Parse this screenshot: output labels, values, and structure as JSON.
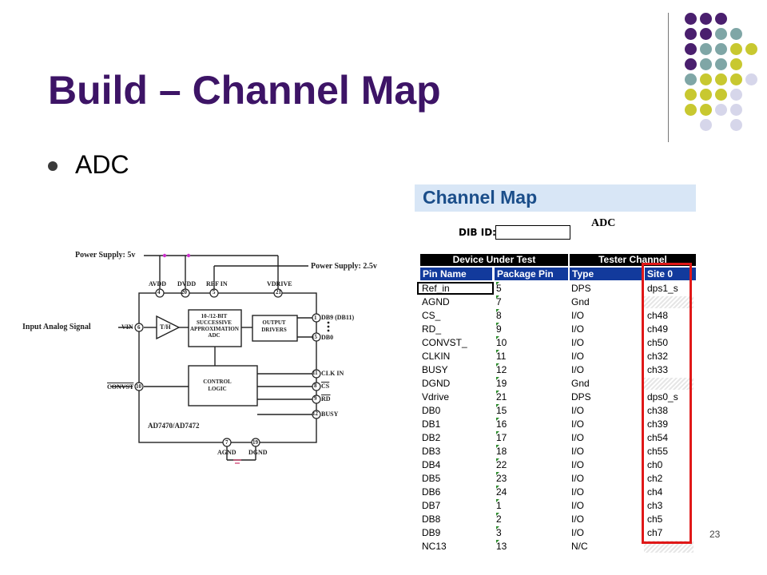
{
  "slide": {
    "title": "Build – Channel Map",
    "bullet": "ADC",
    "page_number": "23"
  },
  "colors": {
    "title": "#3d1466",
    "dots": {
      "purple": "#4a1f6e",
      "teal": "#7fa6a6",
      "olive": "#c8c830",
      "lavender": "#d6d6ea"
    },
    "table_header": "#123a9c",
    "highlight": "#e01818",
    "panel": "#d8e6f6"
  },
  "channel_map": {
    "title": "Channel Map",
    "dib_label": "DIB ID:",
    "adc_label": "ADC",
    "groups": [
      "Device Under Test",
      "Tester Channel"
    ],
    "columns": [
      "Pin Name",
      "Package Pin",
      "Type",
      "Site 0"
    ],
    "rows": [
      [
        "Ref_in",
        "5",
        "DPS",
        "dps1_s"
      ],
      [
        "AGND",
        "7",
        "Gnd",
        ""
      ],
      [
        "CS_",
        "8",
        "I/O",
        "ch48"
      ],
      [
        "RD_",
        "9",
        "I/O",
        "ch49"
      ],
      [
        "CONVST_",
        "10",
        "I/O",
        "ch50"
      ],
      [
        "CLKIN",
        "11",
        "I/O",
        "ch32"
      ],
      [
        "BUSY",
        "12",
        "I/O",
        "ch33"
      ],
      [
        "DGND",
        "19",
        "Gnd",
        ""
      ],
      [
        "Vdrive",
        "21",
        "DPS",
        "dps0_s"
      ],
      [
        "DB0",
        "15",
        "I/O",
        "ch38"
      ],
      [
        "DB1",
        "16",
        "I/O",
        "ch39"
      ],
      [
        "DB2",
        "17",
        "I/O",
        "ch54"
      ],
      [
        "DB3",
        "18",
        "I/O",
        "ch55"
      ],
      [
        "DB4",
        "22",
        "I/O",
        "ch0"
      ],
      [
        "DB5",
        "23",
        "I/O",
        "ch2"
      ],
      [
        "DB6",
        "24",
        "I/O",
        "ch4"
      ],
      [
        "DB7",
        "1",
        "I/O",
        "ch3"
      ],
      [
        "DB8",
        "2",
        "I/O",
        "ch5"
      ],
      [
        "DB9",
        "3",
        "I/O",
        "ch7"
      ],
      [
        "NC13",
        "13",
        "N/C",
        ""
      ]
    ]
  },
  "schematic": {
    "power_supply_5v": "Power Supply: 5v",
    "power_supply_2_5v": "Power Supply: 2.5v",
    "input_label": "Input Analog Signal",
    "pins_top": [
      "AVDD",
      "DVDD",
      "REF IN",
      "VDRIVE"
    ],
    "pin_numbers_top": [
      "4",
      "20",
      "5",
      "21"
    ],
    "vin": "VIN",
    "vin_pin": "6",
    "th": "T/H",
    "sar_block": "10-/12-BIT SUCCESSIVE APPROXIMATION ADC",
    "output_block": "OUTPUT DRIVERS",
    "control_block": "CONTROL LOGIC",
    "db9": "DB9 (DB11)",
    "db0": "DB0",
    "db9_pin": "1",
    "db0_pin": "15",
    "clk_in": "CLK IN",
    "cs": "CS",
    "rd": "RD",
    "busy": "BUSY",
    "clk_pin": "11",
    "cs_pin": "8",
    "rd_pin": "9",
    "busy_pin": "12",
    "convst": "CONVST",
    "convst_pin": "10",
    "part": "AD7470/AD7472",
    "agnd": "AGND",
    "dgnd": "DGND",
    "agnd_pin": "7",
    "dgnd_pin": "19"
  }
}
